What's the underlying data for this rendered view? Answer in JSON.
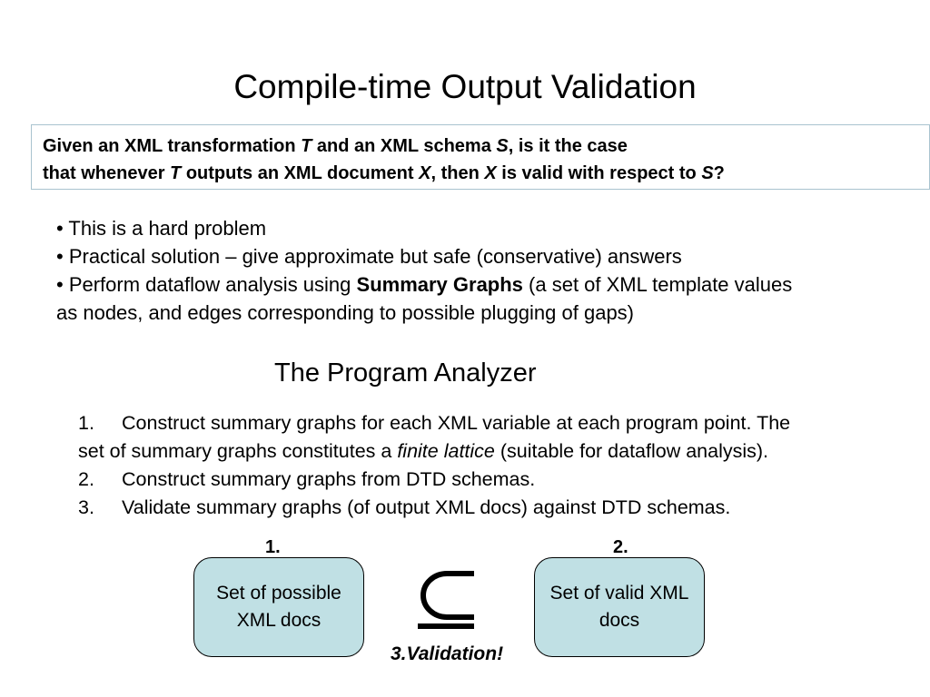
{
  "slide": {
    "title": "Compile-time Output Validation",
    "question": {
      "line1": [
        {
          "text": "Given an XML transformation ",
          "italic": false
        },
        {
          "text": "T",
          "italic": true
        },
        {
          "text": " and an XML schema ",
          "italic": false
        },
        {
          "text": "S",
          "italic": true
        },
        {
          "text": ", is it the case",
          "italic": false
        }
      ],
      "line2": [
        {
          "text": "that whenever ",
          "italic": false
        },
        {
          "text": "T",
          "italic": true
        },
        {
          "text": " outputs an XML document ",
          "italic": false
        },
        {
          "text": "X",
          "italic": true
        },
        {
          "text": ", then ",
          "italic": false
        },
        {
          "text": "X",
          "italic": true
        },
        {
          "text": " is valid with respect to ",
          "italic": false
        },
        {
          "text": "S",
          "italic": true
        },
        {
          "text": "?",
          "italic": false
        }
      ]
    },
    "bullets": {
      "b1": "• This is a hard problem",
      "b2": "• Practical solution – give approximate but safe (conservative) answers",
      "b3_pre": "• Perform dataflow analysis using ",
      "b3_bold": "Summary Graphs",
      "b3_post": " (a set of XML template values",
      "b3_cont": "as nodes, and edges corresponding to possible plugging of gaps)"
    },
    "analyzer": {
      "title": "The Program Analyzer",
      "step1_num": "1.",
      "step1_text": "Construct summary graphs for each XML variable at each program point. The",
      "step1_cont_pre": "set of summary graphs constitutes a ",
      "step1_cont_italic": "finite lattice",
      "step1_cont_post": " (suitable for dataflow analysis).",
      "step2_num": "2.",
      "step2_text": "Construct summary graphs from DTD schemas.",
      "step3_num": "3.",
      "step3_text": "Validate summary graphs (of output XML docs) against DTD schemas."
    },
    "diagram": {
      "label1": "1.",
      "label2": "2.",
      "node1_line1": "Set of possible",
      "node1_line2": "XML docs",
      "node2_line1": "Set of valid XML",
      "node2_line2": "docs",
      "relation_icon": "subseteq-symbol",
      "validation": "3.Validation!",
      "node_fill": "#c0e0e4"
    }
  }
}
